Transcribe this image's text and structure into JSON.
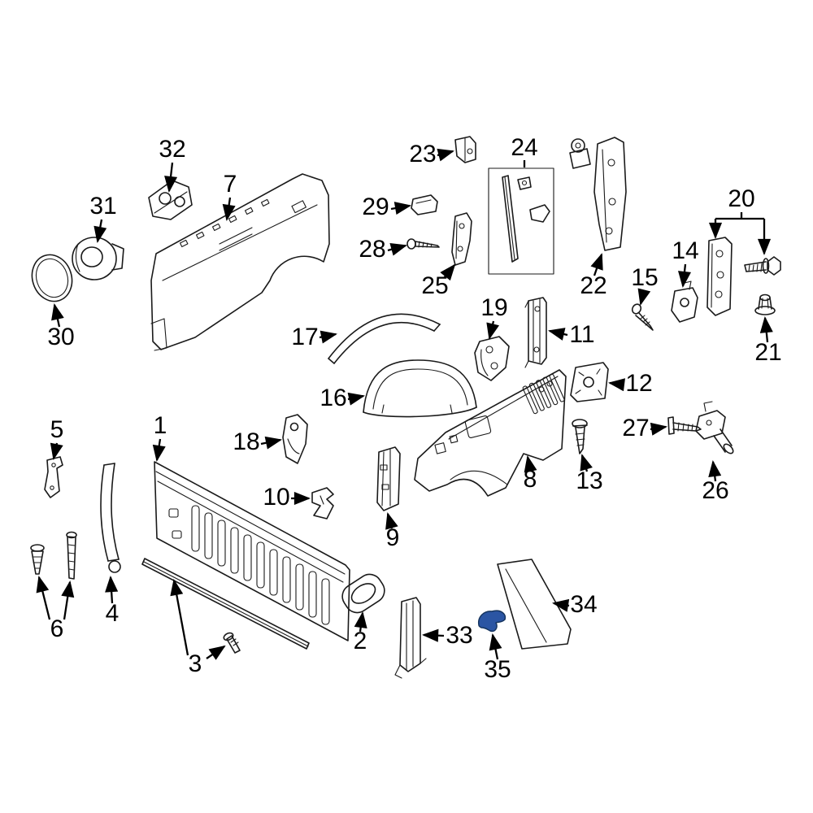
{
  "diagram": {
    "background": "#ffffff",
    "line_color": "#1a1a1a",
    "highlight_color": "#2b55a3"
  },
  "callouts": [
    {
      "label": "1"
    },
    {
      "label": "2"
    },
    {
      "label": "3"
    },
    {
      "label": "4"
    },
    {
      "label": "5"
    },
    {
      "label": "6"
    },
    {
      "label": "7"
    },
    {
      "label": "8"
    },
    {
      "label": "9"
    },
    {
      "label": "10"
    },
    {
      "label": "11"
    },
    {
      "label": "12"
    },
    {
      "label": "13"
    },
    {
      "label": "14"
    },
    {
      "label": "15"
    },
    {
      "label": "16"
    },
    {
      "label": "17"
    },
    {
      "label": "18"
    },
    {
      "label": "19"
    },
    {
      "label": "20"
    },
    {
      "label": "21"
    },
    {
      "label": "22"
    },
    {
      "label": "23"
    },
    {
      "label": "24"
    },
    {
      "label": "25"
    },
    {
      "label": "26"
    },
    {
      "label": "27"
    },
    {
      "label": "28"
    },
    {
      "label": "29"
    },
    {
      "label": "30"
    },
    {
      "label": "31"
    },
    {
      "label": "32"
    },
    {
      "label": "33"
    },
    {
      "label": "34"
    },
    {
      "label": "35"
    }
  ]
}
